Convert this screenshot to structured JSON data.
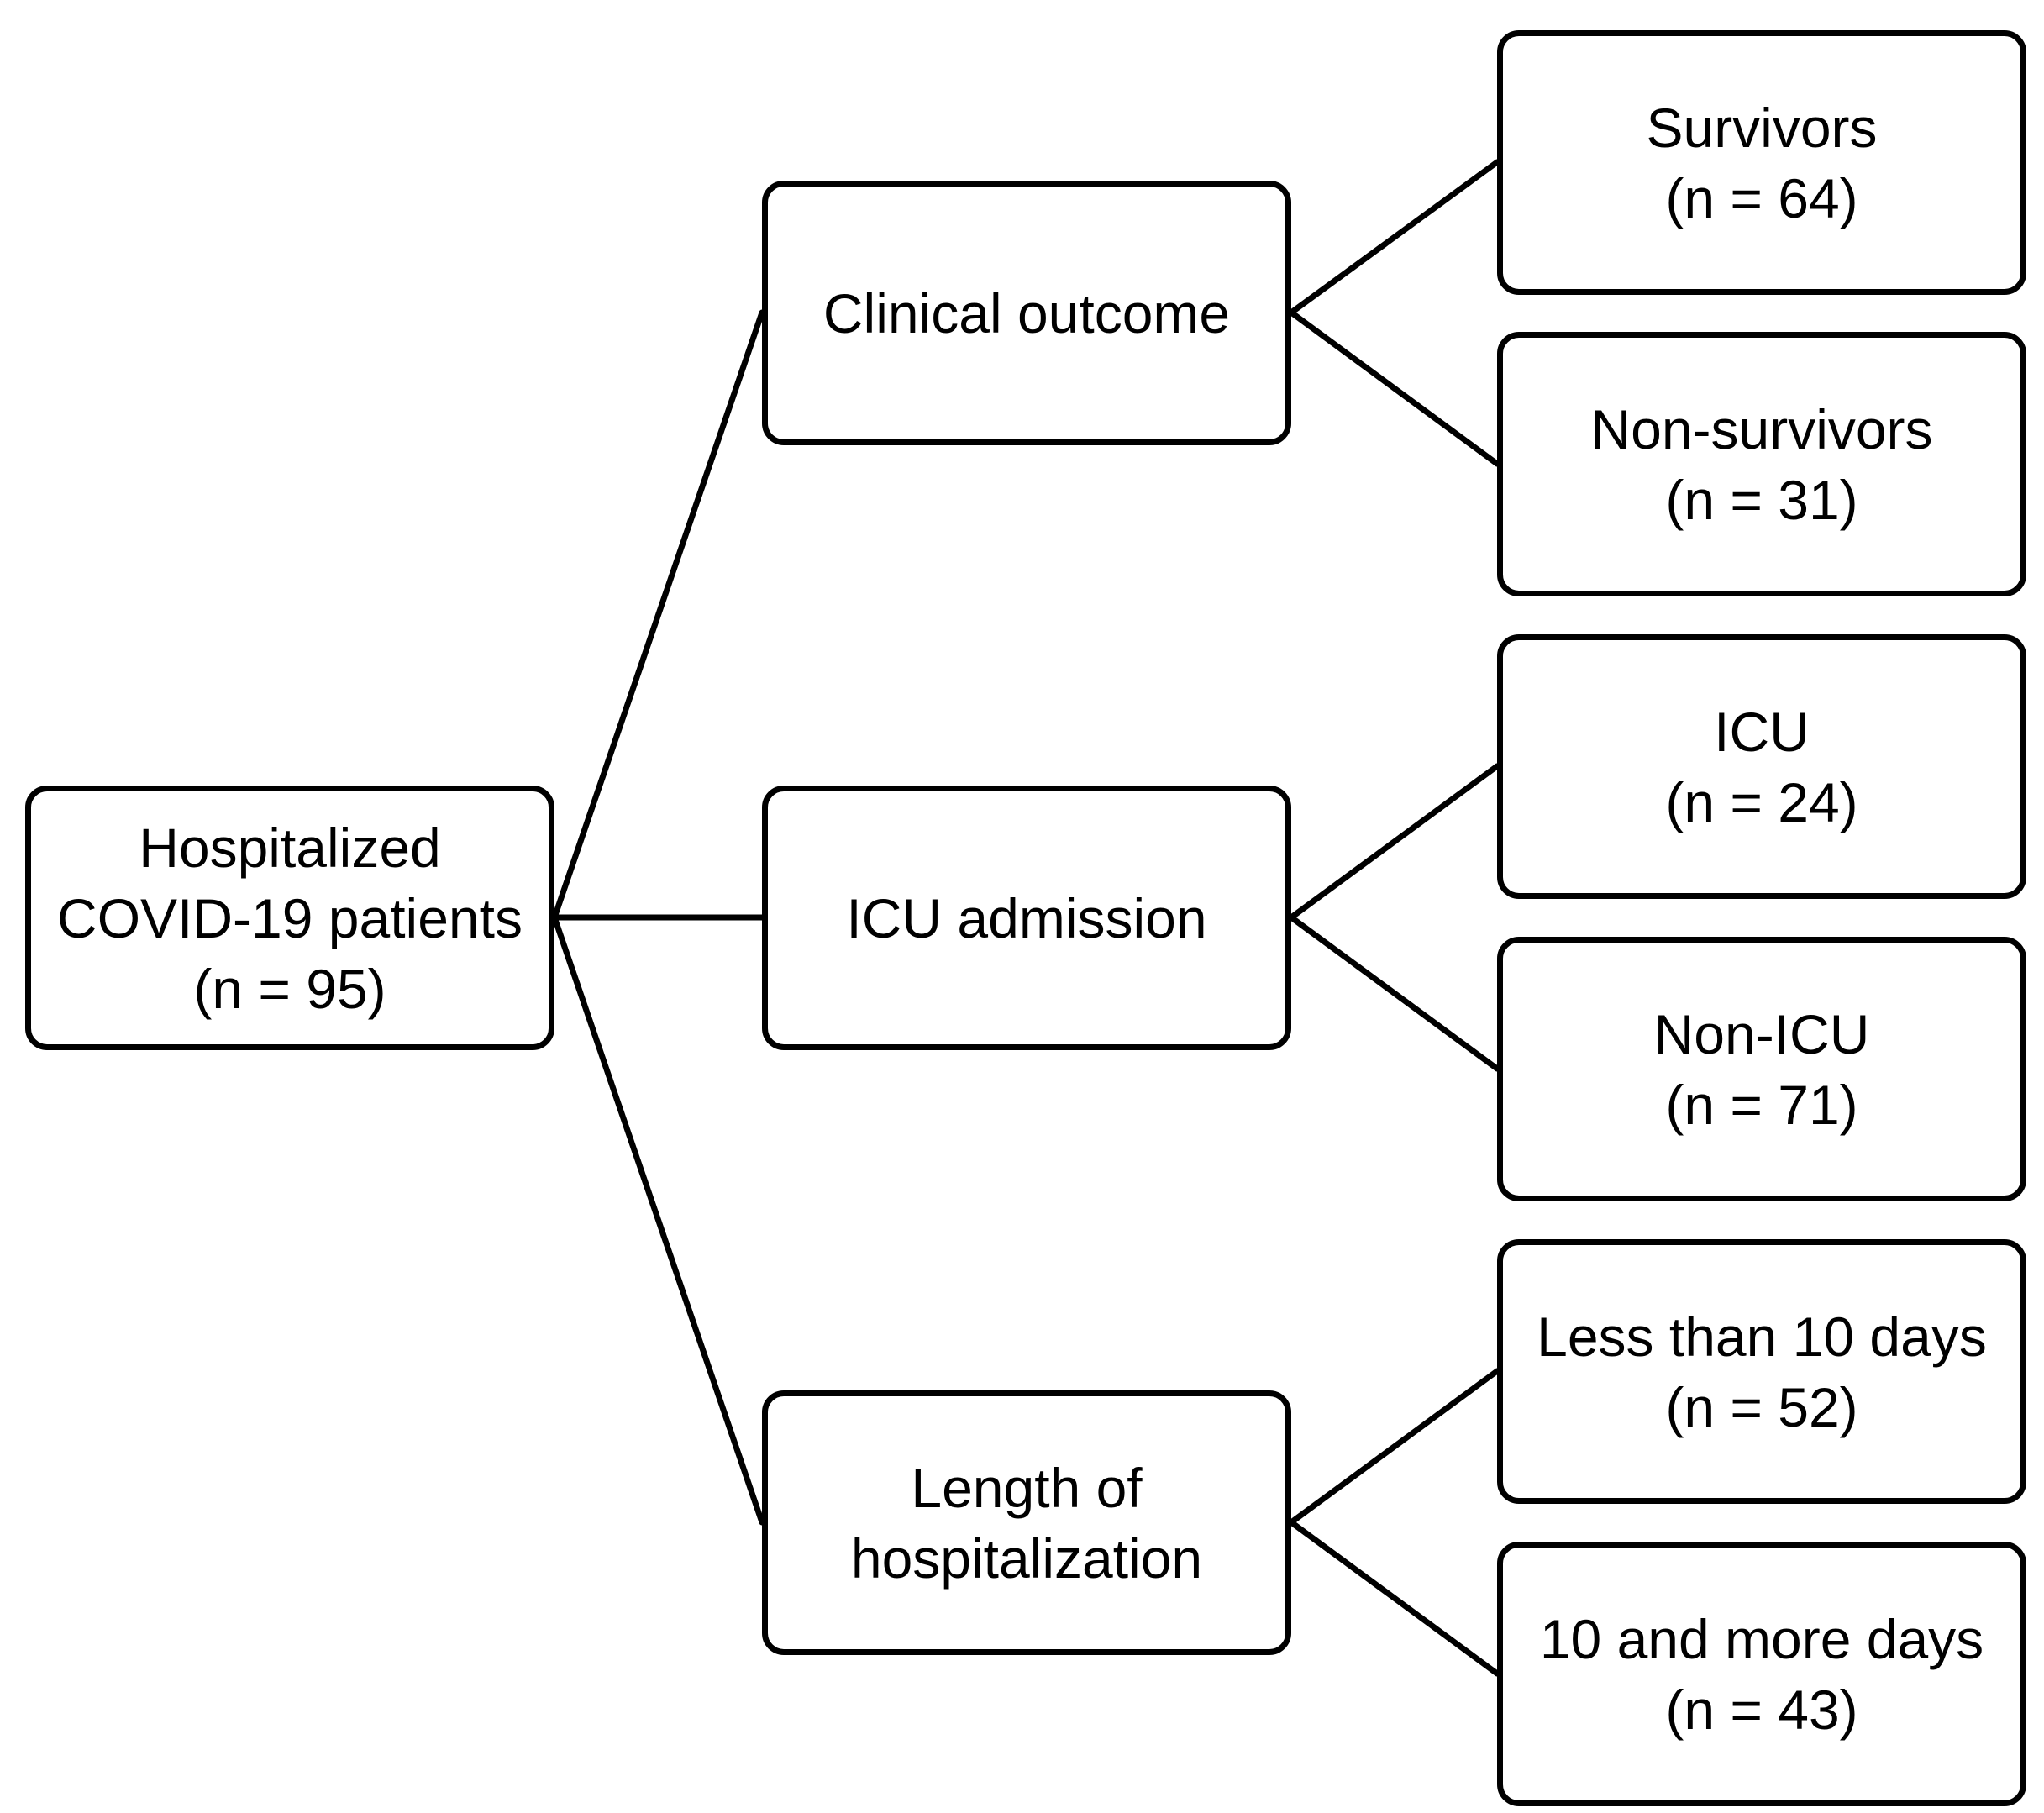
{
  "root": {
    "line1": "Hospitalized",
    "line2": "COVID-19 patients",
    "line3": "(n = 95)"
  },
  "categories": {
    "clinical_outcome": {
      "line1": "Clinical outcome"
    },
    "icu_admission": {
      "line1": "ICU admission"
    },
    "length_of_hospitalization": {
      "line1": "Length of",
      "line2": "hospitalization"
    }
  },
  "groups": {
    "survivors": {
      "label": "Survivors",
      "count": "(n = 64)"
    },
    "non_survivors": {
      "label": "Non-survivors",
      "count": "(n = 31)"
    },
    "icu": {
      "label": "ICU",
      "count": "(n = 24)"
    },
    "non_icu": {
      "label": "Non-ICU",
      "count": "(n = 71)"
    },
    "less_than_10_days": {
      "label": "Less than 10 days",
      "count": "(n = 52)"
    },
    "ten_and_more_days": {
      "label": "10 and more days",
      "count": "(n = 43)"
    }
  },
  "style": {
    "line_color": "#000000",
    "box_border_color": "#000000",
    "background": "#ffffff"
  }
}
